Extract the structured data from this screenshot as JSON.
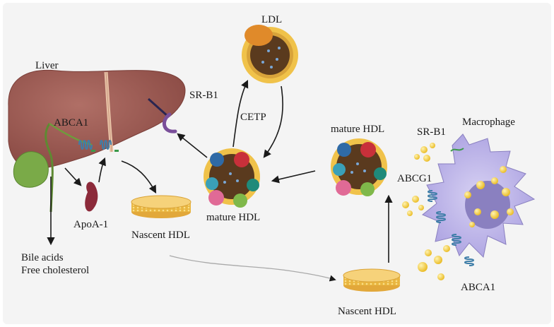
{
  "labels": {
    "liver": "Liver",
    "abca1_liver": "ABCA1",
    "apoa1": "ApoA-1",
    "bile_line1": "Bile acids",
    "bile_line2": "Free cholesterol",
    "nascent_hdl_left": "Nascent HDL",
    "nascent_hdl_bottom": "Nascent HDL",
    "srb1_liver": "SR-B1",
    "ldl": "LDL",
    "cetp": "CETP",
    "mature_hdl_center": "mature HDL",
    "mature_hdl_right": "mature HDL",
    "srb1_macrophage": "SR-B1",
    "macrophage": "Macrophage",
    "abcg1": "ABCG1",
    "abca1_macrophage": "ABCA1"
  },
  "colors": {
    "background": "#f4f4f4",
    "liver": "#9b5a52",
    "gallbladder": "#6a9a3a",
    "apoa1": "#8c2a3a",
    "ldl_cap": "#e08a2a",
    "particle_core": "#5a3a1e",
    "particle_shell": "#f0c24a",
    "srb1": "#7a4f9a",
    "macrophage": "#b8b0e6",
    "nucleus": "#8a80c0",
    "lipid_droplet": "#f3cf3c",
    "transporter": "#4a8ab0",
    "arrow": "#1a1a1a"
  }
}
